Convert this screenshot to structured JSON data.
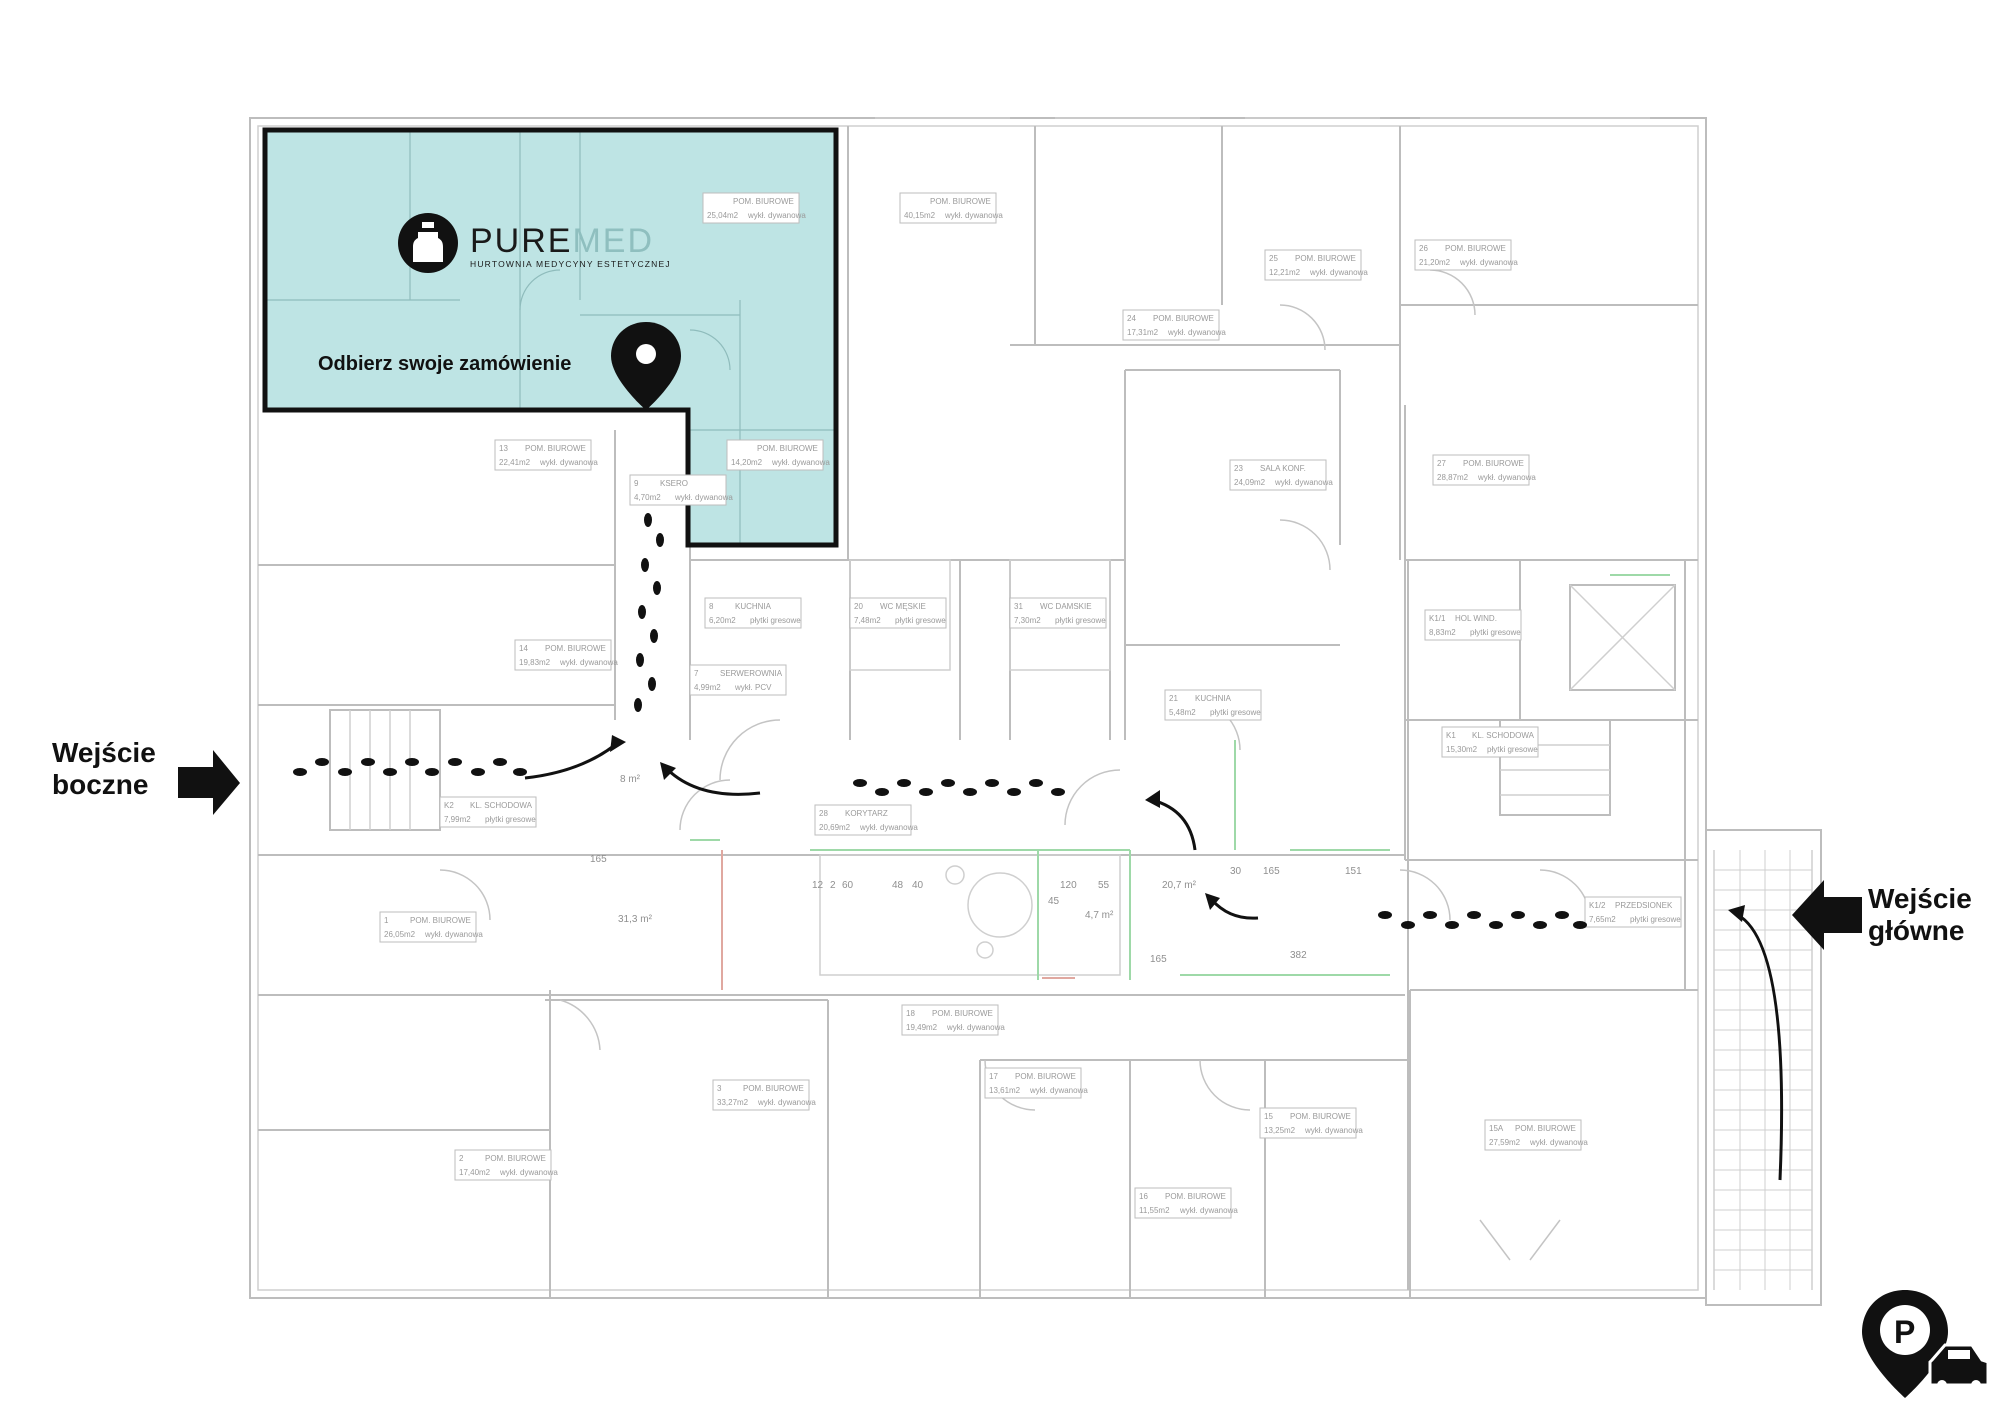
{
  "map": {
    "tenant_area_color": "#b3dfdf",
    "outline_color": "#111111"
  },
  "brand": {
    "name_part1": "PURE",
    "name_part2": "MED",
    "tagline": "HURTOWNIA MEDYCYNY ESTETYCZNEJ",
    "icon": "bottle-icon"
  },
  "pickup": {
    "label": "Odbierz swoje zamówienie",
    "icon": "location-pin-icon"
  },
  "entrances": {
    "side": {
      "line1": "Wejście",
      "line2": "boczne",
      "icon": "arrow-right-icon"
    },
    "main": {
      "line1": "Wejście",
      "line2": "główne",
      "icon": "arrow-left-icon"
    }
  },
  "parking_icon": "parking-car-pin-icon",
  "rooms": [
    {
      "num": "",
      "name": "POM. BIUROWE",
      "area": "25,04m2",
      "floor": "wykł. dywanowa"
    },
    {
      "num": "",
      "name": "POM. BIUROWE",
      "area": "40,15m2",
      "floor": "wykł. dywanowa"
    },
    {
      "num": "25",
      "name": "POM. BIUROWE",
      "area": "12,21m2",
      "floor": "wykł. dywanowa"
    },
    {
      "num": "26",
      "name": "POM. BIUROWE",
      "area": "21,20m2",
      "floor": "wykł. dywanowa"
    },
    {
      "num": "24",
      "name": "POM. BIUROWE",
      "area": "17,31m2",
      "floor": "wykł. dywanowa"
    },
    {
      "num": "13",
      "name": "POM. BIUROWE",
      "area": "22,41m2",
      "floor": "wykł. dywanowa"
    },
    {
      "num": "",
      "name": "POM. BIUROWE",
      "area": "14,20m2",
      "floor": "wykł. dywanowa"
    },
    {
      "num": "9",
      "name": "KSERO",
      "area": "4,70m2",
      "floor": "wykł. dywanowa"
    },
    {
      "num": "23",
      "name": "SALA KONF.",
      "area": "24,09m2",
      "floor": "wykł. dywanowa"
    },
    {
      "num": "27",
      "name": "POM. BIUROWE",
      "area": "28,87m2",
      "floor": "wykł. dywanowa"
    },
    {
      "num": "8",
      "name": "KUCHNIA",
      "area": "6,20m2",
      "floor": "płytki gresowe"
    },
    {
      "num": "20",
      "name": "WC MĘSKIE",
      "area": "7,48m2",
      "floor": "płytki gresowe"
    },
    {
      "num": "31",
      "name": "WC DAMSKIE",
      "area": "7,30m2",
      "floor": "płytki gresowe"
    },
    {
      "num": "K1/1",
      "name": "HOL WIND.",
      "area": "8,83m2",
      "floor": "płytki gresowe"
    },
    {
      "num": "14",
      "name": "POM. BIUROWE",
      "area": "19,83m2",
      "floor": "wykł. dywanowa"
    },
    {
      "num": "7",
      "name": "SERWEROWNIA",
      "area": "4,99m2",
      "floor": "wykł. PCV"
    },
    {
      "num": "21",
      "name": "KUCHNIA",
      "area": "5,48m2",
      "floor": "płytki gresowe"
    },
    {
      "num": "K1",
      "name": "KL. SCHODOWA",
      "area": "15,30m2",
      "floor": "płytki gresowe"
    },
    {
      "num": "K2",
      "name": "KL. SCHODOWA",
      "area": "7,99m2",
      "floor": "płytki gresowe"
    },
    {
      "num": "28",
      "name": "KORYTARZ",
      "area": "20,69m2",
      "floor": "wykł. dywanowa"
    },
    {
      "num": "K1/2",
      "name": "PRZEDSIONEK",
      "area": "7,65m2",
      "floor": "płytki gresowe"
    },
    {
      "num": "1",
      "name": "POM. BIUROWE",
      "area": "26,05m2",
      "floor": "wykł. dywanowa"
    },
    {
      "num": "18",
      "name": "POM. BIUROWE",
      "area": "19,49m2",
      "floor": "wykł. dywanowa"
    },
    {
      "num": "3",
      "name": "POM. BIUROWE",
      "area": "33,27m2",
      "floor": "wykł. dywanowa"
    },
    {
      "num": "17",
      "name": "POM. BIUROWE",
      "area": "13,61m2",
      "floor": "wykł. dywanowa"
    },
    {
      "num": "15",
      "name": "POM. BIUROWE",
      "area": "13,25m2",
      "floor": "wykł. dywanowa"
    },
    {
      "num": "15A",
      "name": "POM. BIUROWE",
      "area": "27,59m2",
      "floor": "wykł. dywanowa"
    },
    {
      "num": "2",
      "name": "POM. BIUROWE",
      "area": "17,40m2",
      "floor": "wykł. dywanowa"
    },
    {
      "num": "16",
      "name": "POM. BIUROWE",
      "area": "11,55m2",
      "floor": "wykł. dywanowa"
    }
  ],
  "dimensions": {
    "d1": "8 m²",
    "d2": "165",
    "d3": "20,7 m²",
    "d4": "4,7 m²",
    "d5": "165",
    "d6": "382",
    "d7": "30",
    "d8": "151",
    "d9": "165",
    "d10": "120",
    "d11": "55",
    "d12": "2",
    "d13": "60",
    "d14": "48",
    "d15": "40",
    "d16": "12",
    "d17": "45",
    "d18": "31,3 m²"
  }
}
